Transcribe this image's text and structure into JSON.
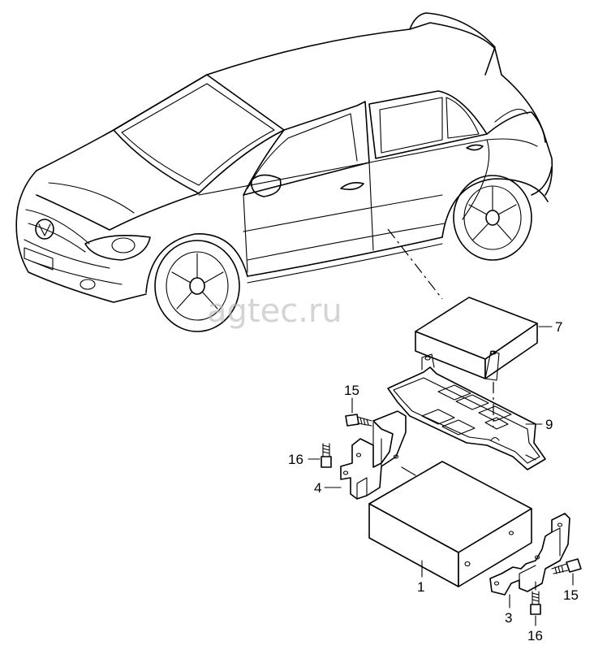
{
  "watermark": "agtec.ru",
  "callouts": {
    "c1": "1",
    "c3": "3",
    "c4": "4",
    "c7": "7",
    "c9": "9",
    "c15a": "15",
    "c15b": "15",
    "c16a": "16",
    "c16b": "16"
  }
}
